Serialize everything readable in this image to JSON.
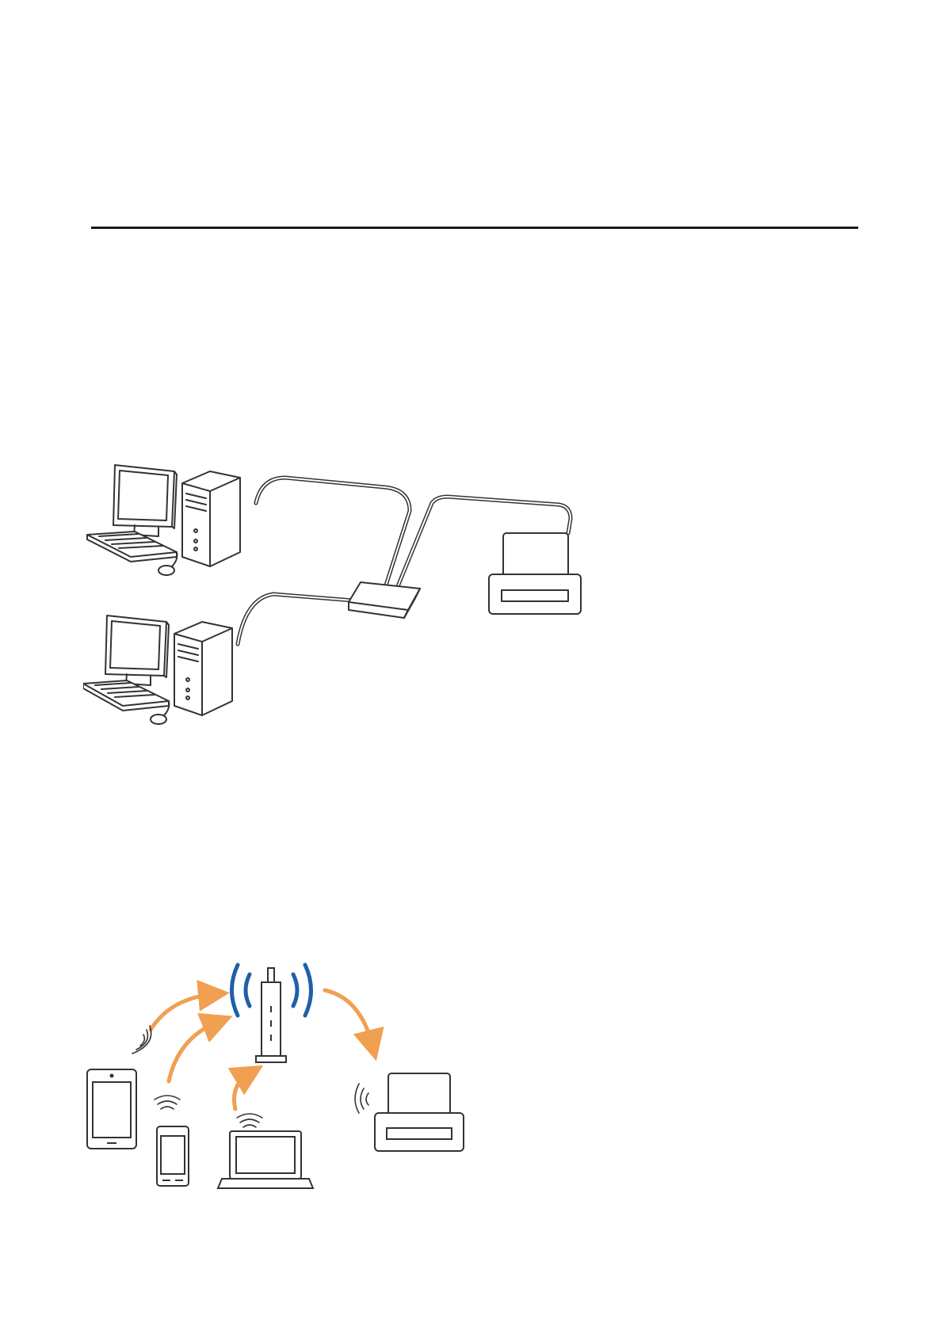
{
  "page": {
    "header_rule": true
  },
  "figures": {
    "wired": {
      "devices": [
        "desktop-computer",
        "desktop-computer",
        "network-hub",
        "printer"
      ],
      "connection": "cable",
      "line_color": "#333333"
    },
    "wireless": {
      "devices": [
        "tablet",
        "smartphone",
        "laptop",
        "wireless-router",
        "printer"
      ],
      "connection": "wifi",
      "signal_color": "#1f5fa8",
      "arrow_color": "#f0a050"
    }
  }
}
